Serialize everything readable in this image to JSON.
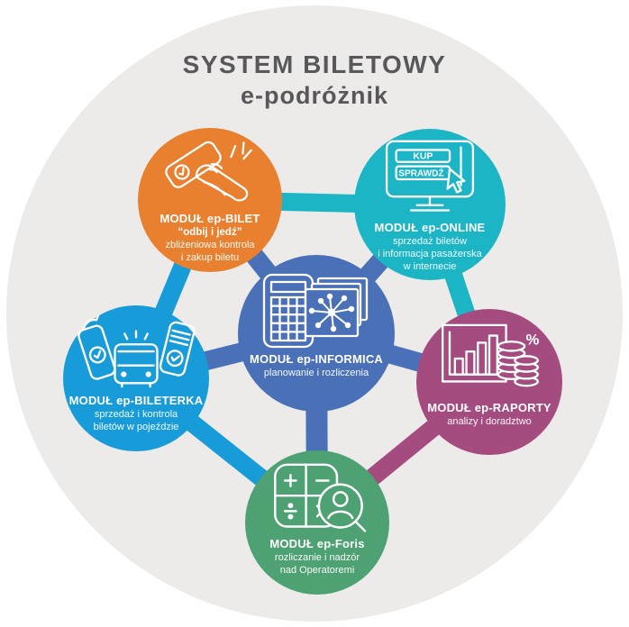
{
  "title": {
    "line1": "SYSTEM BILETOWY",
    "line2": "e-podróżnik"
  },
  "colors": {
    "background_circle": "#ECEBE9",
    "title_text": "#58585A",
    "ep_bilet_orange": "#E8802F",
    "ep_online_teal": "#1CB5C6",
    "ep_informica_blue": "#4A71B7",
    "ep_bileterka_blue": "#189CD9",
    "ep_raporty_purple": "#A44C80",
    "ep_foris_green": "#4EA173",
    "module_text": "#FFFFFF"
  },
  "modules": [
    {
      "id": "ep-bilet",
      "name": "MODUŁ ep-BILET",
      "tagline": "“odbij i jedź”",
      "description_lines": [
        "zbliżeniowa kontrola",
        "i zakup biletu"
      ],
      "color": "#E8802F",
      "icon": "contactless-validator-icon"
    },
    {
      "id": "ep-online",
      "name": "MODUŁ ep-ONLINE",
      "description_lines": [
        "sprzedaż biletów",
        "i informacja pasażerska",
        "w internecie"
      ],
      "color": "#1CB5C6",
      "icon": "online-shop-icon",
      "screen_buttons": [
        "KUP",
        "SPRAWDŹ"
      ]
    },
    {
      "id": "ep-informica",
      "name": "MODUŁ ep-INFORMICA",
      "description_lines": [
        "planowanie i rozliczenia"
      ],
      "color": "#4A71B7",
      "icon": "planning-network-icon"
    },
    {
      "id": "ep-bileterka",
      "name": "MODUŁ ep-BILETERKA",
      "description_lines": [
        "sprzedaż i kontrola",
        "biletów w pojeździe"
      ],
      "color": "#189CD9",
      "icon": "ticket-machines-bus-icon"
    },
    {
      "id": "ep-raporty",
      "name": "MODUŁ ep-RAPORTY",
      "description_lines": [
        "analizy i doradztwo"
      ],
      "color": "#A44C80",
      "icon": "report-chart-coins-icon",
      "percent_label": "%"
    },
    {
      "id": "ep-foris",
      "name": "MODUŁ ep-Foris",
      "description_lines": [
        "rozliczanie i nadzór",
        "nad Operatoremi"
      ],
      "color": "#4EA173",
      "icon": "calculator-audit-icon"
    }
  ]
}
